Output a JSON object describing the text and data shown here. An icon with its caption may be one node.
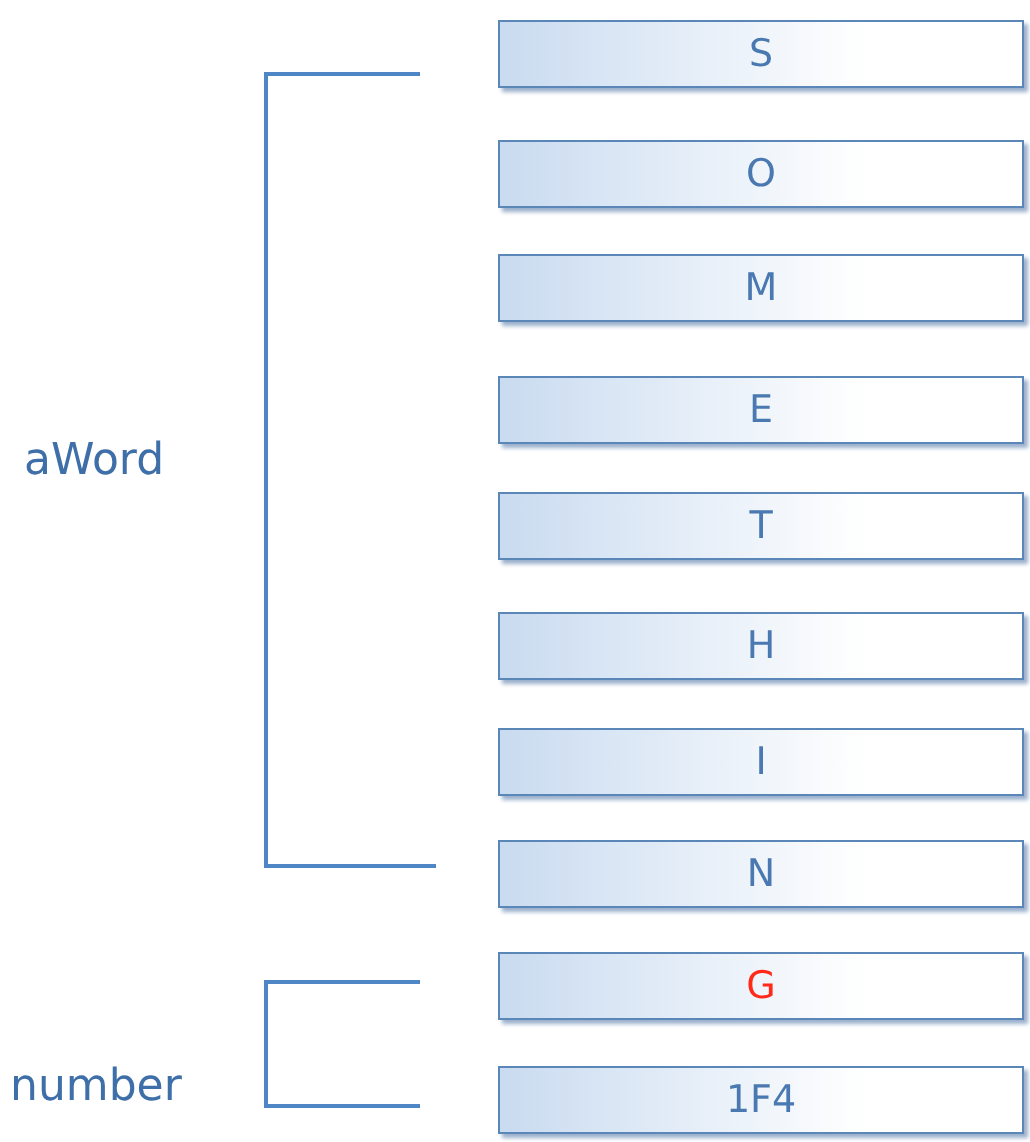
{
  "diagram": {
    "nodes": [
      {
        "text": [
          "S"
        ]
      },
      {
        "text": [
          "O"
        ]
      },
      {
        "text": [
          "M"
        ]
      },
      {
        "text": [
          "E"
        ]
      },
      {
        "text": [
          "T"
        ]
      },
      {
        "text": [
          "H"
        ]
      },
      {
        "text": [
          "I"
        ]
      },
      {
        "text": [
          "N"
        ]
      },
      {
        "text": [
          "G"
        ]
      },
      {
        "text": [
          "1F4"
        ]
      }
    ],
    "edges": [],
    "labels": [
      "aWord",
      "number"
    ]
  }
}
